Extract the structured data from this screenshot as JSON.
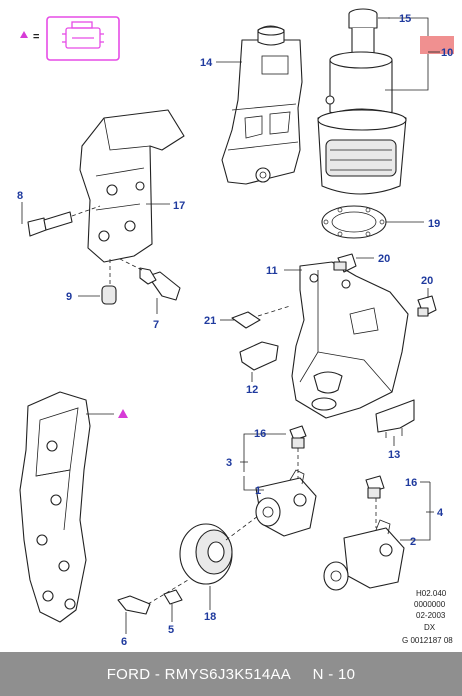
{
  "legend": {
    "equals": "="
  },
  "callouts": {
    "c1": "1",
    "c2": "2",
    "c3": "3",
    "c4": "4",
    "c6": "6",
    "c7": "7",
    "c8": "8",
    "c9": "9",
    "c10": "10",
    "c11": "11",
    "c12": "12",
    "c13": "13",
    "c14": "14",
    "c15": "15",
    "c16a": "16",
    "c16b": "16",
    "c17": "17",
    "c18": "18",
    "c19": "19",
    "c20a": "20",
    "c20b": "20",
    "c21": "21",
    "c5": "5"
  },
  "meta": {
    "line1": "H02.040",
    "line2": "0000000",
    "line3": "02-2003",
    "line4": "DX",
    "line5": "G 0012187 08"
  },
  "footer": {
    "text": "FORD - RMYS6J3K514AA     N - 10"
  },
  "colors": {
    "callout": "#1f3a9e",
    "triangle": "#d63bd6",
    "legend_box": "#e64ce6",
    "highlight": "#f09090",
    "footer_bg": "#8f8f8f"
  }
}
